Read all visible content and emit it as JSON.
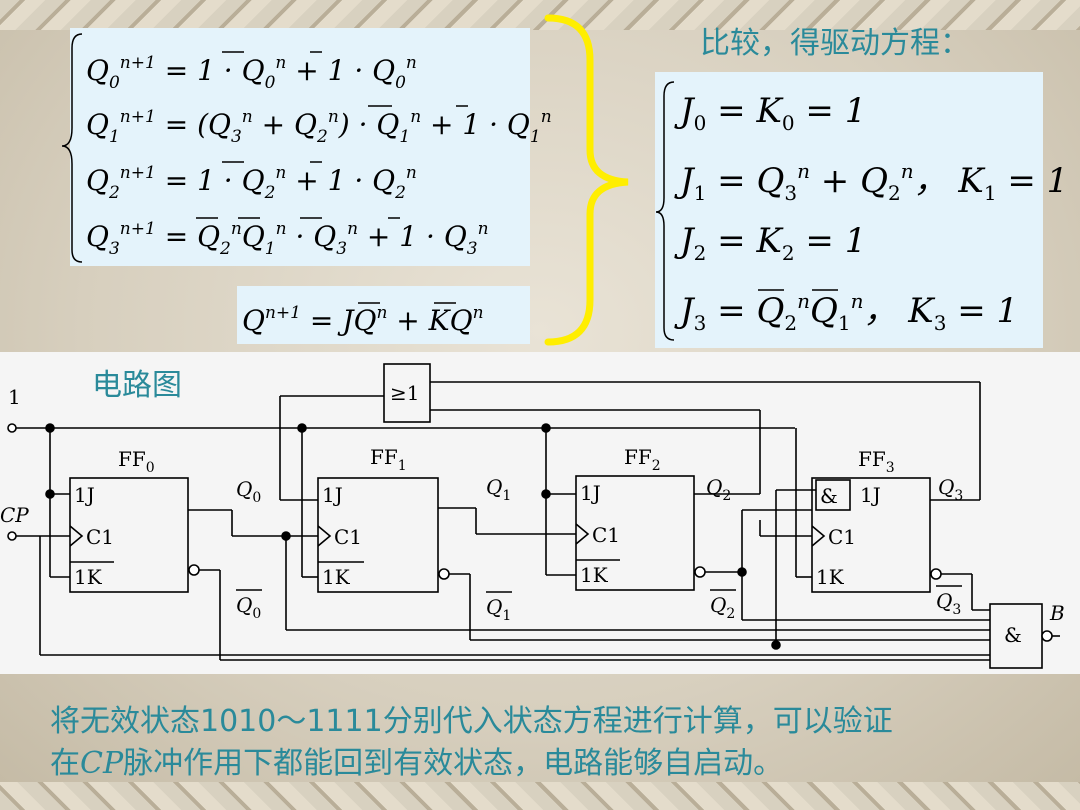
{
  "heading_drive": "比较，得驱动方程：",
  "heading_circuit": "电路图",
  "note": {
    "line1": "将无效状态1010～1111分别代入状态方程进行计算，可以验证",
    "line2_prefix": "在",
    "line2_cp": "CP",
    "line2_rest": "脉冲作用下都能回到有效状态，电路能够自启动。"
  },
  "state_equations": [
    "Q0(n+1) = 1·Q̄0(n) + 1̄·Q0(n)",
    "Q1(n+1) = (Q3(n) + Q2(n))·Q̄1(n) + 1̄·Q1(n)",
    "Q2(n+1) = 1·Q̄2(n) + 1̄·Q2(n)",
    "Q3(n+1) = Q̄2(n)Q̄1(n)·Q̄3(n) + 1̄·Q3(n)"
  ],
  "characteristic_equation": "Q(n+1) = JQ̄(n) + K̄Q(n)",
  "drive_equations": [
    "J0 = K0 = 1",
    "J1 = Q3(n) + Q2(n)，K1 = 1",
    "J2 = K2 = 1",
    "J3 = Q̄2(n)Q̄1(n)，K3 = 1"
  ],
  "circuit": {
    "input_one": "1",
    "input_cp": "CP",
    "output_b": "B",
    "or_gate": "≥1",
    "and_gate": "&",
    "flipflops": [
      {
        "name": "FF",
        "index": "0",
        "q": "Q",
        "q_index": "0"
      },
      {
        "name": "FF",
        "index": "1",
        "q": "Q",
        "q_index": "1"
      },
      {
        "name": "FF",
        "index": "2",
        "q": "Q",
        "q_index": "2"
      },
      {
        "name": "FF",
        "index": "3",
        "q": "Q",
        "q_index": "3"
      }
    ],
    "pins": {
      "j": "1J",
      "c": "C1",
      "k": "1K"
    }
  },
  "colors": {
    "panel": "#e4f3fb",
    "heading": "#2a8a9a",
    "brace": "#ffee00"
  }
}
